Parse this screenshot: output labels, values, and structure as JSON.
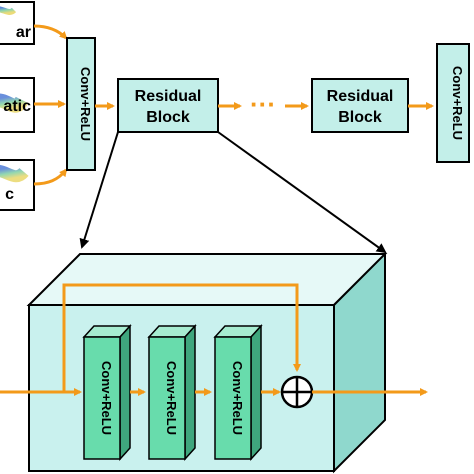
{
  "inputs": [
    {
      "label": "ar"
    },
    {
      "label": "atic"
    },
    {
      "label": "c"
    }
  ],
  "top_conv": {
    "label": "Conv+ReLU"
  },
  "residual_block_first": {
    "line1": "Residual",
    "line2": "Block"
  },
  "ellipsis": "···",
  "residual_block_last": {
    "line1": "Residual",
    "line2": "Block"
  },
  "output_conv": {
    "label": "Conv+ReLU"
  },
  "detail_convs": [
    {
      "label": "Conv+ReLU"
    },
    {
      "label": "Conv+ReLU"
    },
    {
      "label": "Conv+ReLU"
    }
  ],
  "sum_symbol": "⊕",
  "colors": {
    "block_fill": "#cdf3ef",
    "box_fill": "#c3efe9",
    "conv_front": "#68dcac",
    "conv_top": "#a6ecd0",
    "conv_side": "#3fa67d",
    "cube_front": "#c9f1ee",
    "cube_top": "#e6f9f7",
    "cube_side": "#8fd8cd",
    "arrow": "#f39a1a",
    "stroke": "#000000"
  }
}
